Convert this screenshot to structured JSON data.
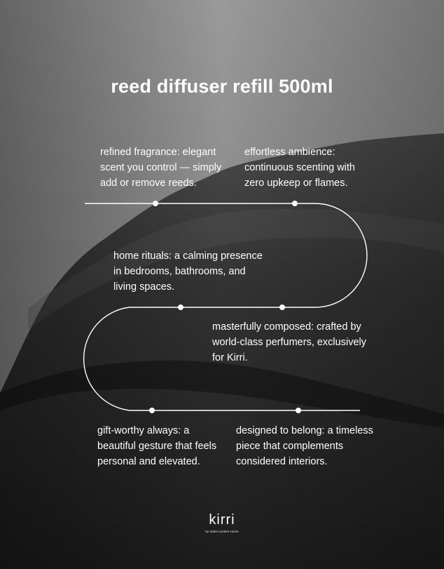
{
  "title": "reed diffuser refill 500ml",
  "features": [
    {
      "lines": [
        "refined fragrance: elegant",
        "scent you control — simply",
        "add or remove reeds."
      ]
    },
    {
      "lines": [
        "effortless ambience:",
        "continuous scenting with",
        "zero upkeep or flames."
      ]
    },
    {
      "lines": [
        "home rituals: a calming presence",
        "in bedrooms, bathrooms, and",
        "living spaces."
      ]
    },
    {
      "lines": [
        "masterfully composed: crafted by",
        "world-class perfumers, exclusively",
        "for Kirri."
      ]
    },
    {
      "lines": [
        "gift-worthy always: a",
        "beautiful gesture that feels",
        "personal and elevated."
      ]
    },
    {
      "lines": [
        "designed to belong: a timeless",
        "piece that complements",
        "considered interiors."
      ]
    }
  ],
  "brand": {
    "name": "kirri",
    "tagline": "by Saint-Lumière Home"
  },
  "colors": {
    "sky": "#8e8e8e",
    "rock": "#2a2a2a",
    "text": "#ffffff",
    "line": "#ffffff"
  }
}
